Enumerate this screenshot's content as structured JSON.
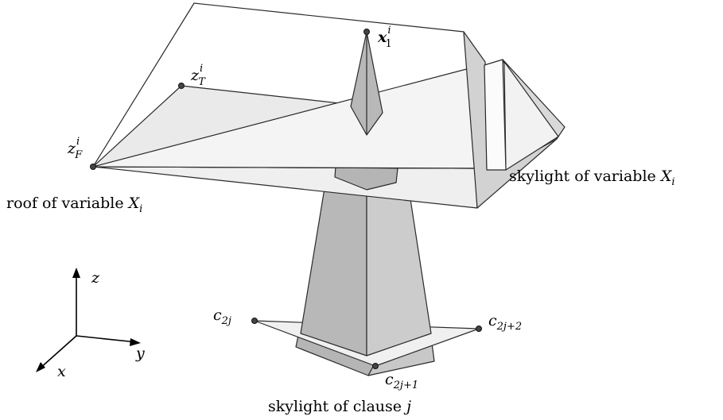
{
  "labels": {
    "x1": {
      "base": "x",
      "sup": "i",
      "sub": "1"
    },
    "zT": {
      "base": "z",
      "sup": "i",
      "sub": "T"
    },
    "zF": {
      "base": "z",
      "sup": "i",
      "sub": "F"
    },
    "c2j": {
      "base": "c",
      "sub": "2j"
    },
    "c2j1": {
      "base": "c",
      "sub": "2j+1"
    },
    "c2j2": {
      "base": "c",
      "sub": "2j+2"
    },
    "roof": {
      "text": "roof of variable ",
      "var": "X",
      "sub": "i"
    },
    "skylight_var": {
      "text": "skylight of variable ",
      "var": "X",
      "sub": "i"
    },
    "skylight_clause": {
      "text": "skylight of clause ",
      "var": "j"
    }
  },
  "axes": {
    "z": "z",
    "y": "y",
    "x": "x"
  },
  "colors": {
    "light_face": "#efefef",
    "white_face": "#fbfbfb",
    "mid_face": "#d2d2d2",
    "dark_face": "#b5b5b5",
    "pillar_left": "#b8b8b8",
    "pillar_right": "#cccccc"
  }
}
